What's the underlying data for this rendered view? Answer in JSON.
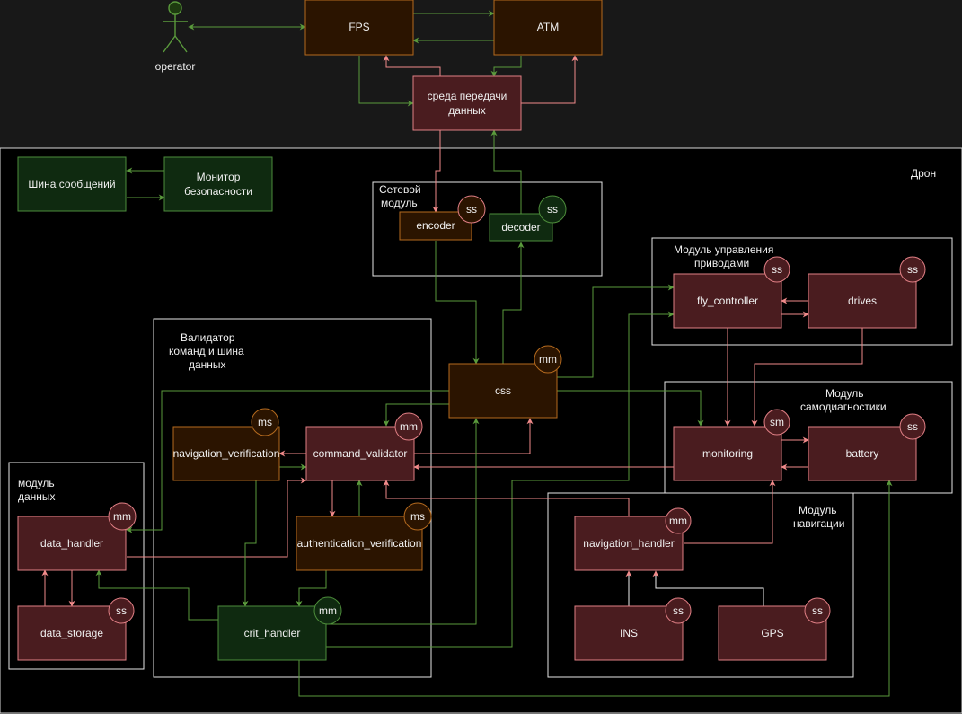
{
  "actor": {
    "label": "operator"
  },
  "regions": {
    "drone": "Дрон",
    "network_module": [
      "Сетевой",
      "модуль"
    ],
    "drive_module": [
      "Модуль управления",
      "приводами"
    ],
    "validator_module": [
      "Валидатор",
      "команд и шина",
      "данных"
    ],
    "selfdiag_module": [
      "Модуль",
      "самодиагностики"
    ],
    "data_module": [
      "модуль",
      "данных"
    ],
    "nav_module": [
      "Модуль",
      "навигации"
    ]
  },
  "nodes": {
    "fps": "FPS",
    "atm": "ATM",
    "transfer": [
      "среда передачи",
      "данных"
    ],
    "bus": "Шина сообщений",
    "monitor": [
      "Монитор",
      "безопасности"
    ],
    "encoder": "encoder",
    "decoder": "decoder",
    "fly_controller": "fly_controller",
    "drives": "drives",
    "css": "css",
    "navigation_verification": "navigation_verification",
    "command_validator": "command_validator",
    "monitoring": "monitoring",
    "battery": "battery",
    "data_handler": "data_handler",
    "authentication_verification": "authentication_verification",
    "data_storage": "data_storage",
    "crit_handler": "crit_handler",
    "navigation_handler": "navigation_handler",
    "ins": "INS",
    "gps": "GPS"
  },
  "badges": {
    "encoder": "ss",
    "decoder": "ss",
    "fly_controller": "ss",
    "drives": "ss",
    "css": "mm",
    "navigation_verification": "ms",
    "command_validator": "mm",
    "monitoring": "sm",
    "battery": "ss",
    "data_handler": "mm",
    "authentication_verification": "ms",
    "data_storage": "ss",
    "crit_handler": "mm",
    "navigation_handler": "mm",
    "ins": "ss",
    "gps": "ss"
  },
  "colors": {
    "background": "#181818",
    "canvas": "#000000",
    "box_red_fill": "#4a1c1f",
    "box_red_stroke": "#e07f85",
    "box_brown_fill": "#2b1400",
    "box_brown_stroke": "#b46a1e",
    "box_green_fill": "#0f2a10",
    "box_green_stroke": "#4d8d3b",
    "arrow_green": "#5a9a3c",
    "arrow_pink": "#f08a8a"
  }
}
